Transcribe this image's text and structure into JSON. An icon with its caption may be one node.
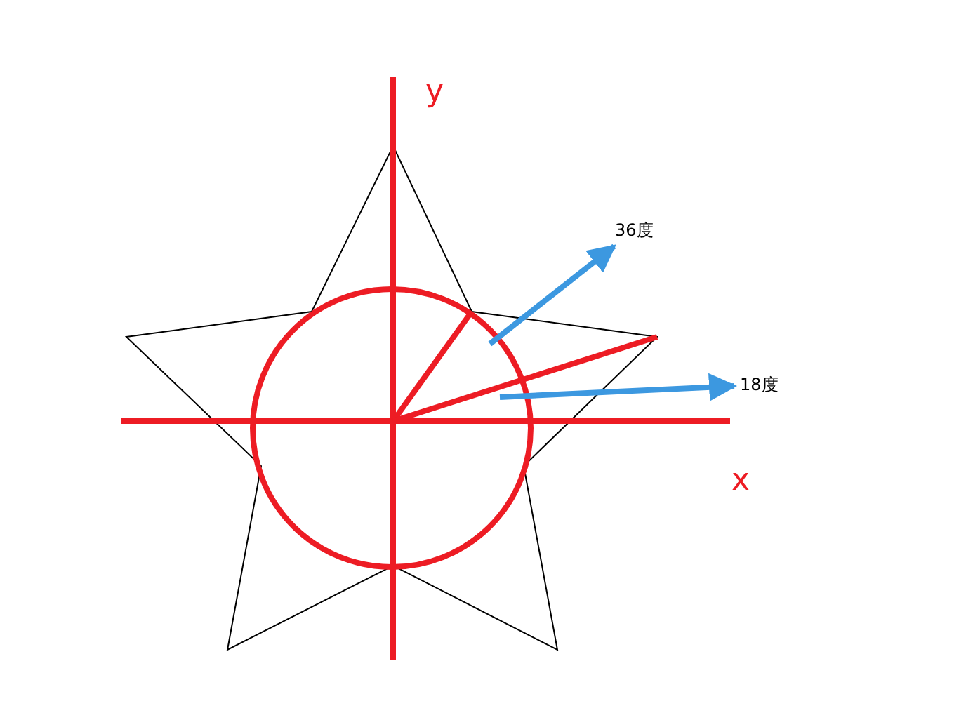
{
  "diagram": {
    "nodes": [
      {
        "text": [
          "36度"
        ]
      },
      {
        "text": [
          "18度"
        ]
      }
    ],
    "edges": [
      {
        "from": null,
        "to": 0,
        "arrow": "to"
      },
      {
        "from": null,
        "to": 1,
        "arrow": "to"
      }
    ],
    "labels": [
      "y",
      "x"
    ]
  }
}
